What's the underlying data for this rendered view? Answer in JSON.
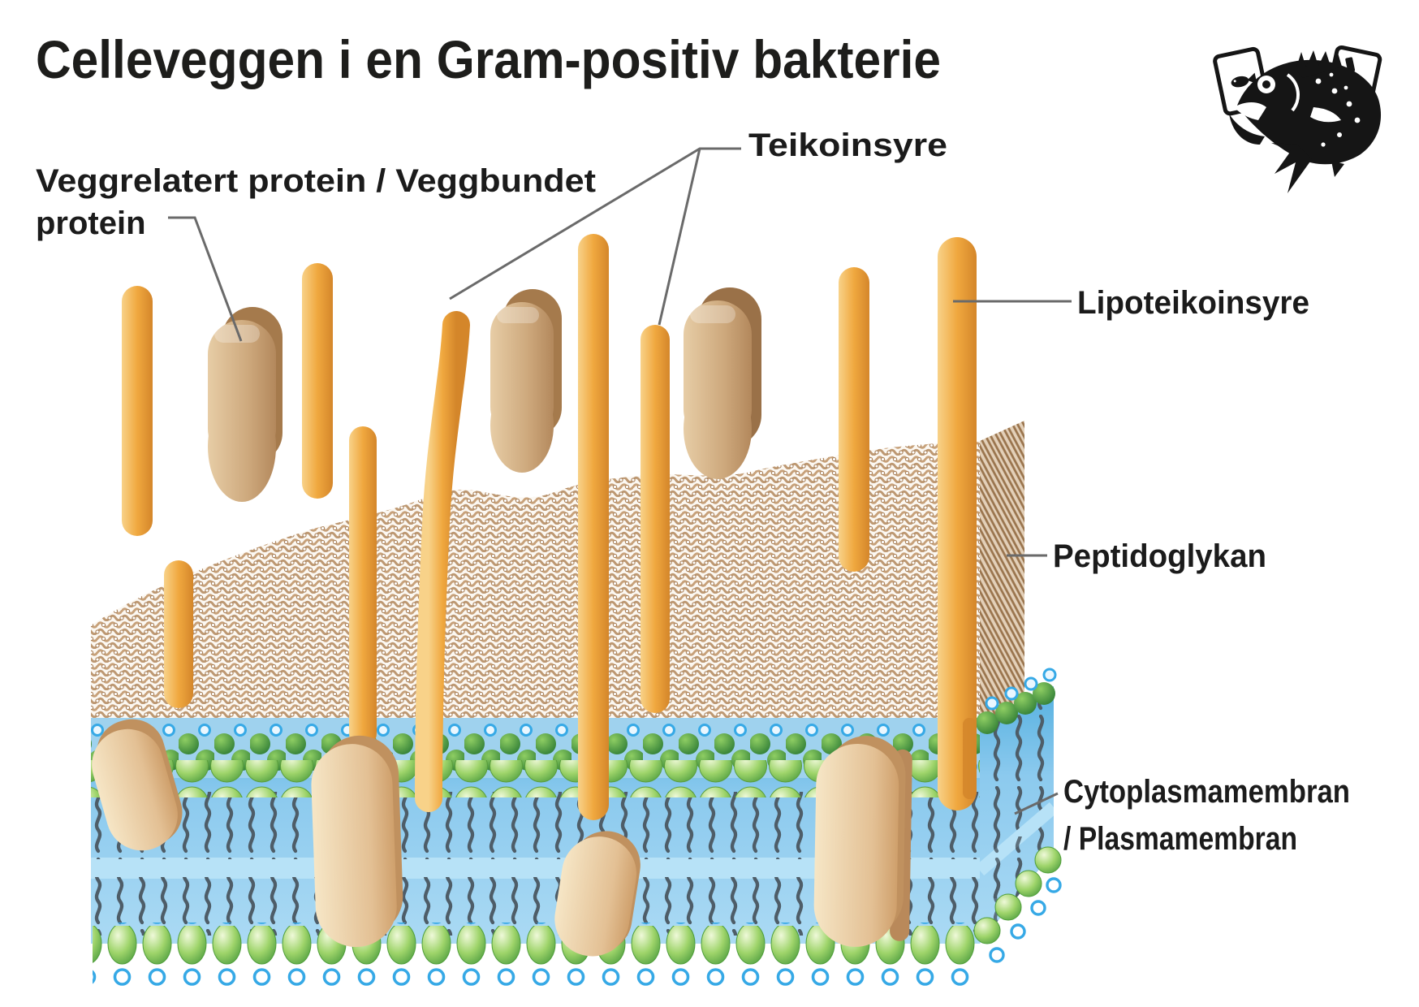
{
  "header": {
    "title": "Celleveggen i en Gram-positiv bakterie"
  },
  "labels": {
    "wall_protein": {
      "line1": "Veggrelatert protein / Veggbundet",
      "line2": "protein"
    },
    "teichoic_acid": "Teikoinsyre",
    "lipoteichoic_acid": "Lipoteikoinsyre",
    "peptidoglycan": "Peptidoglykan",
    "membrane": {
      "line1": "Cytoplasmamembran",
      "line2": "/ Plasmamembran"
    }
  },
  "icons": {
    "logo": "fish-with-flashcards-logo"
  },
  "colors": {
    "rod_orange": "#f0a83f",
    "rod_orange_dark": "#d4862a",
    "wall_protein_tan": "#cda87c",
    "membrane_protein_tan": "#e3c094",
    "membrane_blue": "#8ccaee",
    "lipid_head_green": "#9ed46a",
    "lipid_head_dark_green": "#2f7d35",
    "mesh_tan": "#c9a57f",
    "tail_gray": "#4e5d68",
    "ring_blue": "#36a9e6",
    "label_text": "#1b1b1b",
    "leader_line": "#6a6a6a",
    "logo_black": "#151515"
  }
}
